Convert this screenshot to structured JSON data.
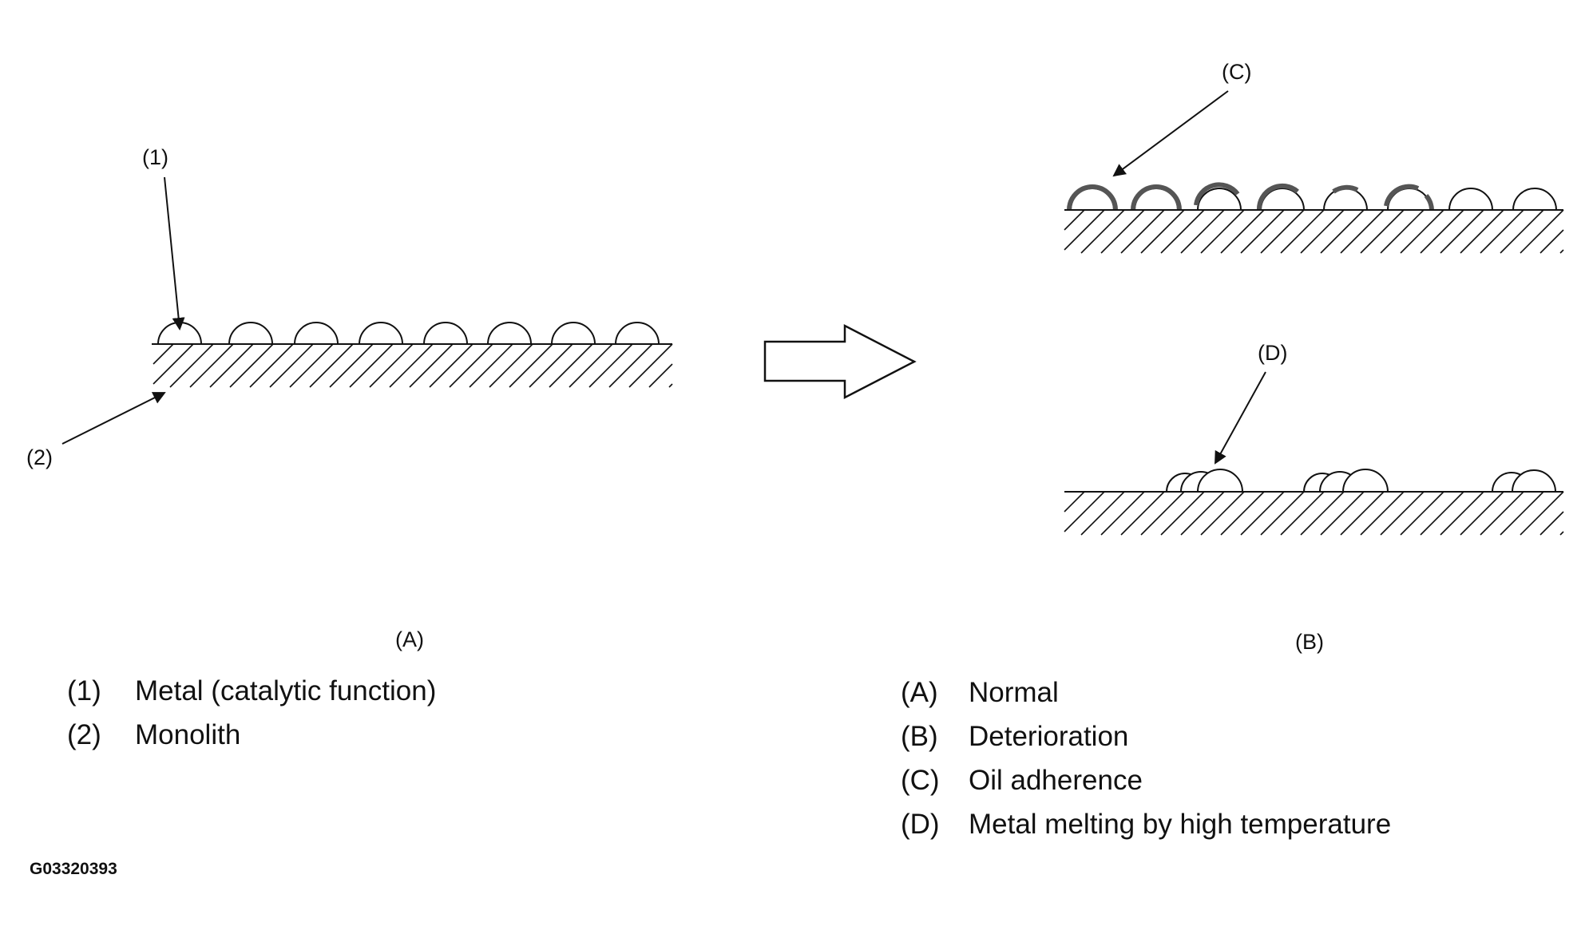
{
  "callouts": {
    "label_1": "(1)",
    "label_2": "(2)",
    "label_c": "(C)",
    "label_d": "(D)"
  },
  "panel_captions": {
    "a": "(A)",
    "b": "(B)"
  },
  "legend_left": [
    {
      "code": "(1)",
      "text": "Metal (catalytic function)"
    },
    {
      "code": "(2)",
      "text": "Monolith"
    }
  ],
  "legend_right": [
    {
      "code": "(A)",
      "text": "Normal"
    },
    {
      "code": "(B)",
      "text": "Deterioration"
    },
    {
      "code": "(C)",
      "text": "Oil adherence"
    },
    {
      "code": "(D)",
      "text": "Metal melting by high temperature"
    }
  ],
  "figure_id": "G03320393"
}
